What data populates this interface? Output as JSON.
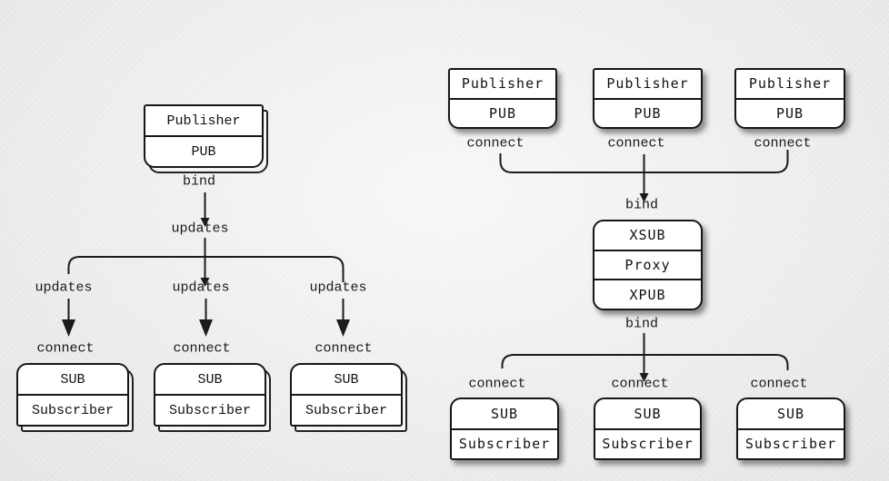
{
  "colors": {
    "background": "#eff0ef",
    "line": "#1b1b1b",
    "box_fill": "#ffffff",
    "box_border": "#161616"
  },
  "left": {
    "publisher": {
      "rows": [
        "Publisher",
        "PUB"
      ]
    },
    "bind": "bind",
    "updates_root": "updates",
    "updates_branches": [
      "updates",
      "updates",
      "updates"
    ],
    "connects": [
      "connect",
      "connect",
      "connect"
    ],
    "subscribers": [
      {
        "rows": [
          "SUB",
          "Subscriber"
        ]
      },
      {
        "rows": [
          "SUB",
          "Subscriber"
        ]
      },
      {
        "rows": [
          "SUB",
          "Subscriber"
        ]
      }
    ]
  },
  "right": {
    "publishers": [
      {
        "rows": [
          "Publisher",
          "PUB"
        ]
      },
      {
        "rows": [
          "Publisher",
          "PUB"
        ]
      },
      {
        "rows": [
          "Publisher",
          "PUB"
        ]
      }
    ],
    "connects_top": [
      "connect",
      "connect",
      "connect"
    ],
    "bind_top": "bind",
    "proxy": {
      "rows": [
        "XSUB",
        "Proxy",
        "XPUB"
      ]
    },
    "bind_bottom": "bind",
    "connects_bottom": [
      "connect",
      "connect",
      "connect"
    ],
    "subscribers": [
      {
        "rows": [
          "SUB",
          "Subscriber"
        ]
      },
      {
        "rows": [
          "SUB",
          "Subscriber"
        ]
      },
      {
        "rows": [
          "SUB",
          "Subscriber"
        ]
      }
    ]
  }
}
